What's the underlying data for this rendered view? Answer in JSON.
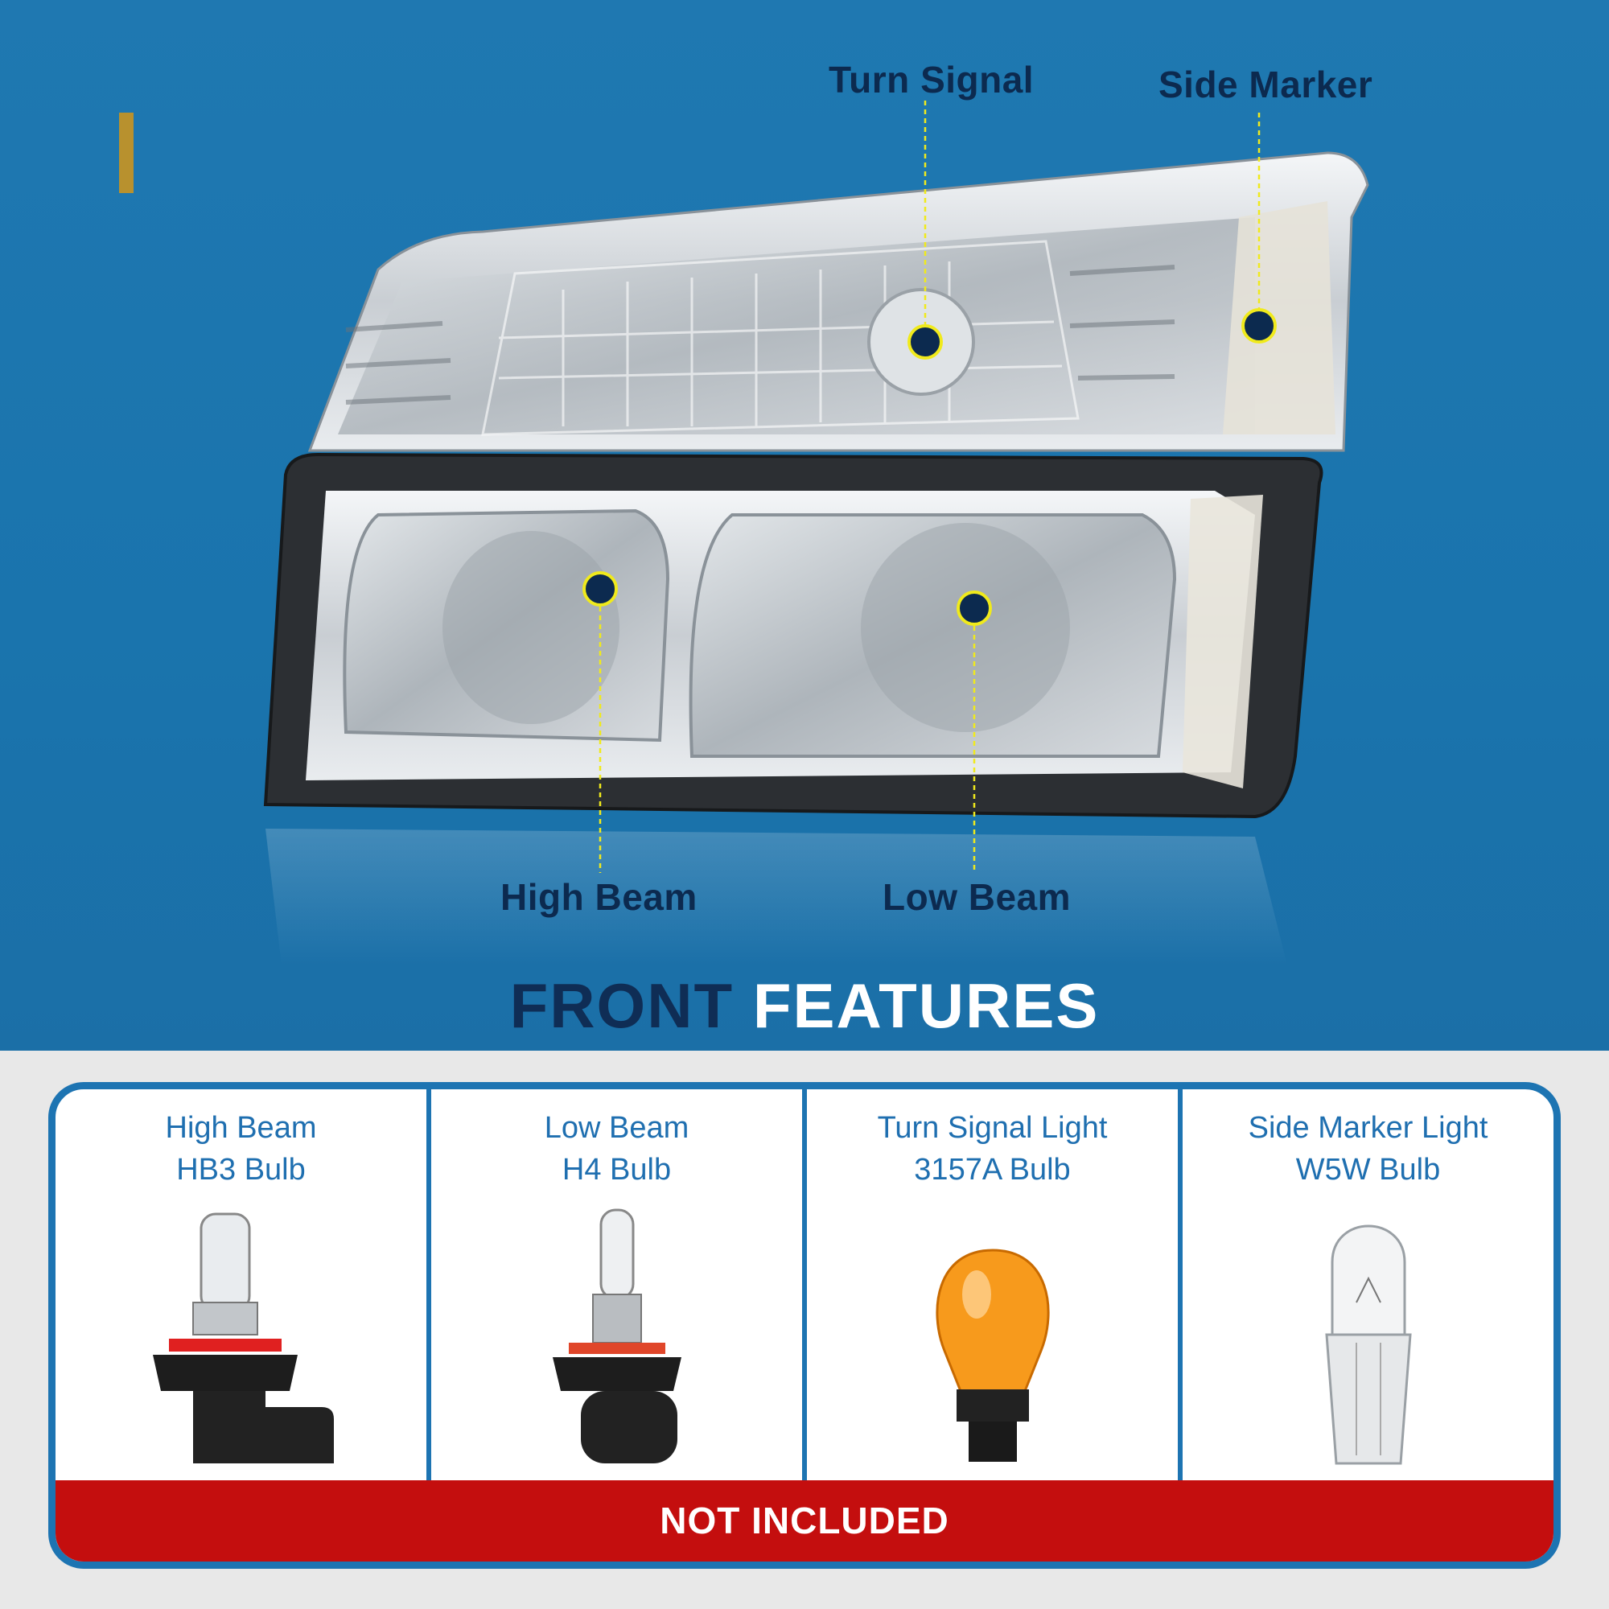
{
  "callouts": {
    "turn_signal": "Turn Signal",
    "side_marker": "Side Marker",
    "high_beam": "High Beam",
    "low_beam": "Low Beam"
  },
  "title": {
    "part1": "FRONT",
    "part2": "FEATURES"
  },
  "bulbs": [
    {
      "line1": "High Beam",
      "line2": "HB3 Bulb",
      "icon": "hb3-bulb-icon"
    },
    {
      "line1": "Low Beam",
      "line2": "H4 Bulb",
      "icon": "h4-bulb-icon"
    },
    {
      "line1": "Turn Signal Light",
      "line2": "3157A Bulb",
      "icon": "amber-3157a-bulb-icon"
    },
    {
      "line1": "Side Marker Light",
      "line2": "W5W Bulb",
      "icon": "w5w-wedge-bulb-icon"
    }
  ],
  "banner": "NOT INCLUDED",
  "colors": {
    "hero_blue": "#1f78b1",
    "navy": "#0f2d55",
    "banner_red": "#c40e0e",
    "accent_yellow": "#f0ea1c"
  }
}
